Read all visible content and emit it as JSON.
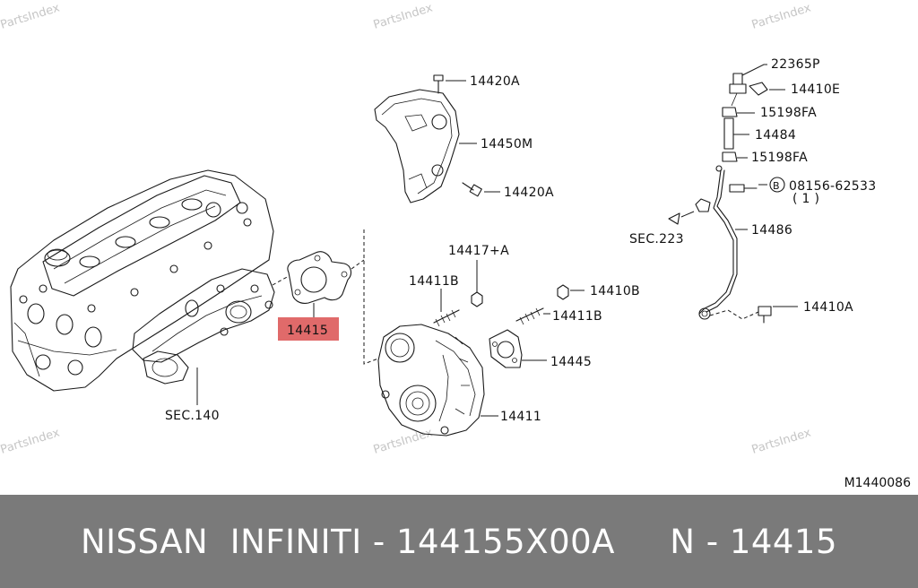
{
  "watermark": "PartsIndex",
  "diagram_code": "M1440086",
  "highlight_color": "#e06a6a",
  "footer_bg": "#7a7a7a",
  "footer": {
    "text": "NISSAN  INFINITI - 144155X00A     N - 14415"
  },
  "labels": {
    "p22365P": "22365P",
    "p14410E": "14410E",
    "p15198FA_top": "15198FA",
    "p14484": "14484",
    "p15198FA_bottom": "15198FA",
    "p08156": "08156-62533",
    "p08156_qty": "( 1 )",
    "bolt_symbol": "B",
    "sec223": "SEC.223",
    "p14486": "14486",
    "p14410A": "14410A",
    "p14420A_top": "14420A",
    "p14450M": "14450M",
    "p14420A_mid": "14420A",
    "p14417A": "14417+A",
    "p14411B_left": "14411B",
    "p14410B": "14410B",
    "p14411B_right": "14411B",
    "p14445": "14445",
    "p14411": "14411",
    "p14415": "14415",
    "sec140": "SEC.140"
  }
}
